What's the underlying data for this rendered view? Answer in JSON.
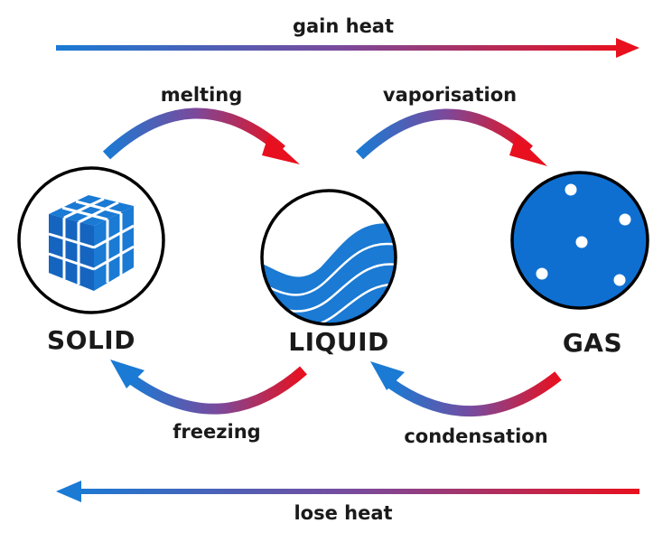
{
  "colors": {
    "blue": "#1a7ad4",
    "red": "#e8101e",
    "circle_fill_solid": "#ffffff",
    "circle_fill_gas": "#0f6fd1",
    "outline": "#000000"
  },
  "heat": {
    "top_label": "gain heat",
    "bottom_label": "lose heat"
  },
  "states": {
    "solid": "SOLID",
    "liquid": "LIQUID",
    "gas": "GAS"
  },
  "transitions": {
    "melting": "melting",
    "vaporisation": "vaporisation",
    "freezing": "freezing",
    "condensation": "condensation"
  },
  "icons": {
    "solid": "cube-lattice-icon",
    "liquid": "wave-icon",
    "gas": "particles-icon"
  }
}
